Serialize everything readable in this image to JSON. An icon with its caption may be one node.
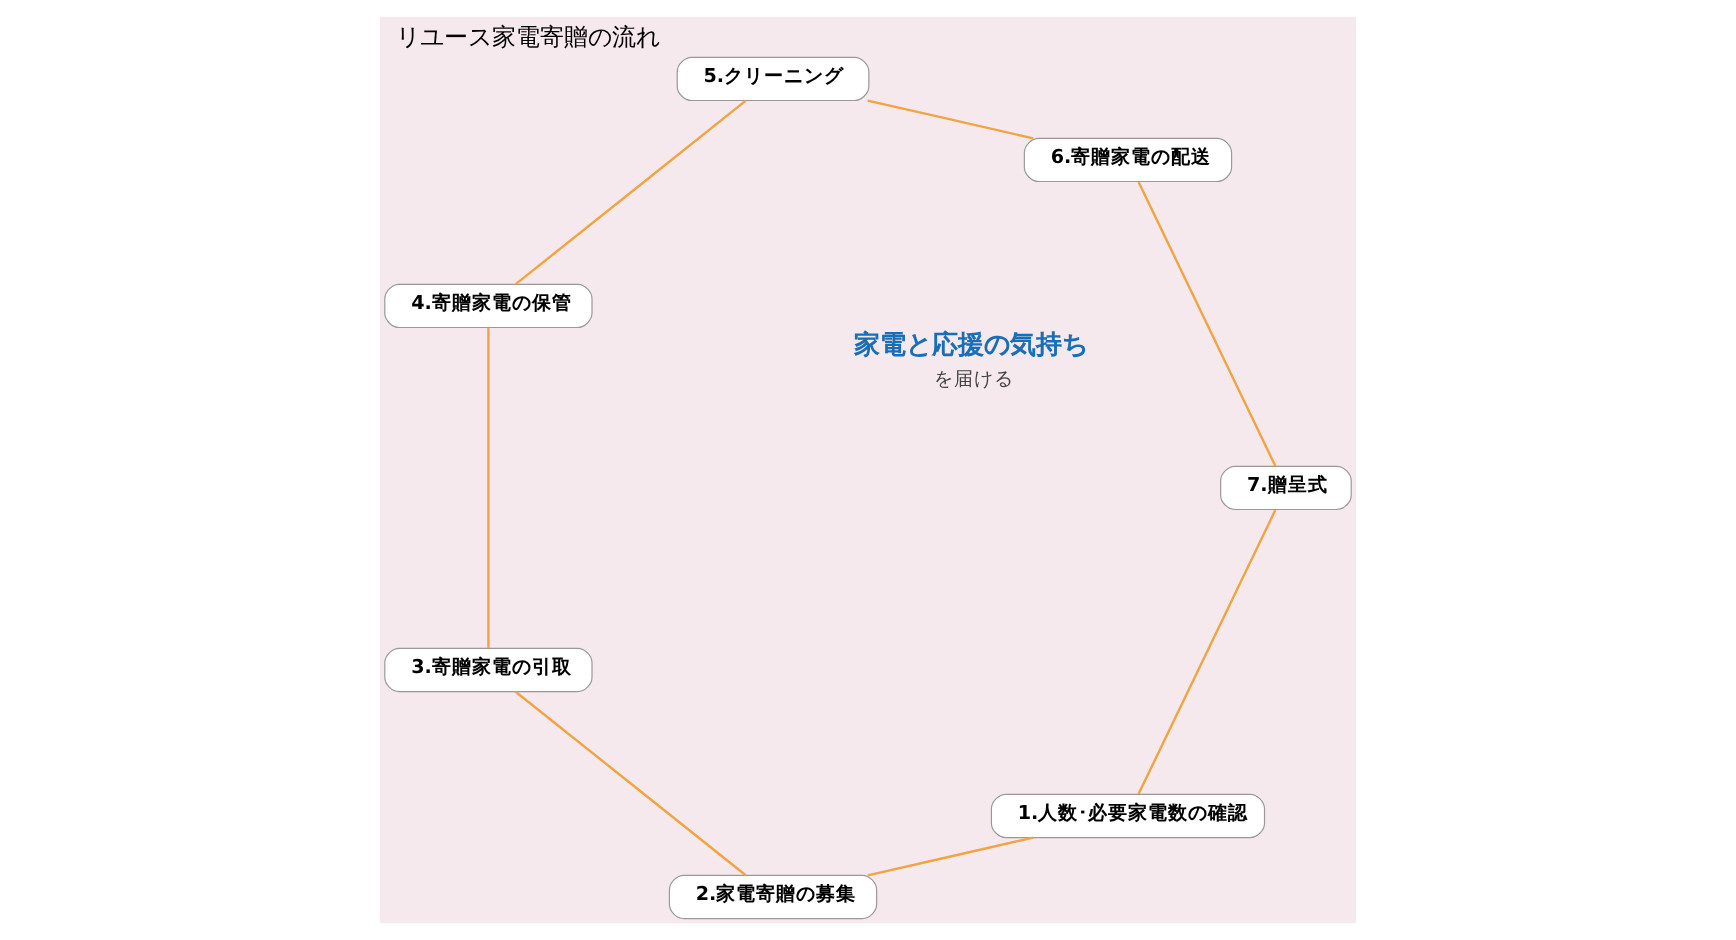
{
  "diagram": {
    "title": "リユース家電寄贈の流れ",
    "nodes": [
      {
        "text": [
          "1.人数･必要家電数の確認"
        ]
      },
      {
        "text": [
          "2.家電寄贈の募集"
        ]
      },
      {
        "text": [
          "3.寄贈家電の引取"
        ]
      },
      {
        "text": [
          "4.寄贈家電の保管"
        ]
      },
      {
        "text": [
          "5.クリーニング"
        ]
      },
      {
        "text": [
          "6.寄贈家電の配送"
        ]
      },
      {
        "text": [
          "7.贈呈式"
        ]
      }
    ],
    "edges": [
      {
        "from": 0,
        "to": 1,
        "arrow": "none"
      },
      {
        "from": 1,
        "to": 2,
        "arrow": "none"
      },
      {
        "from": 2,
        "to": 3,
        "arrow": "none"
      },
      {
        "from": 3,
        "to": 4,
        "arrow": "none"
      },
      {
        "from": 4,
        "to": 5,
        "arrow": "none"
      },
      {
        "from": 5,
        "to": 6,
        "arrow": "none"
      },
      {
        "from": 6,
        "to": 0,
        "arrow": "none"
      }
    ],
    "labels": [
      "家電と応援の気持ち",
      "を届ける"
    ]
  }
}
